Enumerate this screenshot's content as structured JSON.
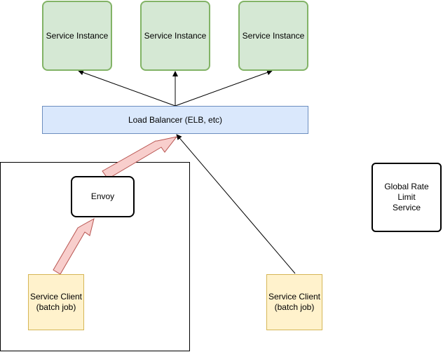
{
  "nodes": {
    "service_instance_1": "Service Instance",
    "service_instance_2": "Service Instance",
    "service_instance_3": "Service Instance",
    "load_balancer": "Load Balancer (ELB, etc)",
    "envoy": "Envoy",
    "service_client_inner": "Service Client\n(batch job)",
    "service_client_outer": "Service Client\n(batch job)",
    "global_rate_limit": "Global Rate Limit\nService"
  },
  "colors": {
    "service_fill": "#d5e8d4",
    "service_stroke": "#82b366",
    "lb_fill": "#dae8fc",
    "lb_stroke": "#6c8ebf",
    "client_fill": "#fff2cc",
    "client_stroke": "#d6b656",
    "flow_arrow_fill": "#f8cecc",
    "flow_arrow_stroke": "#b85450"
  }
}
